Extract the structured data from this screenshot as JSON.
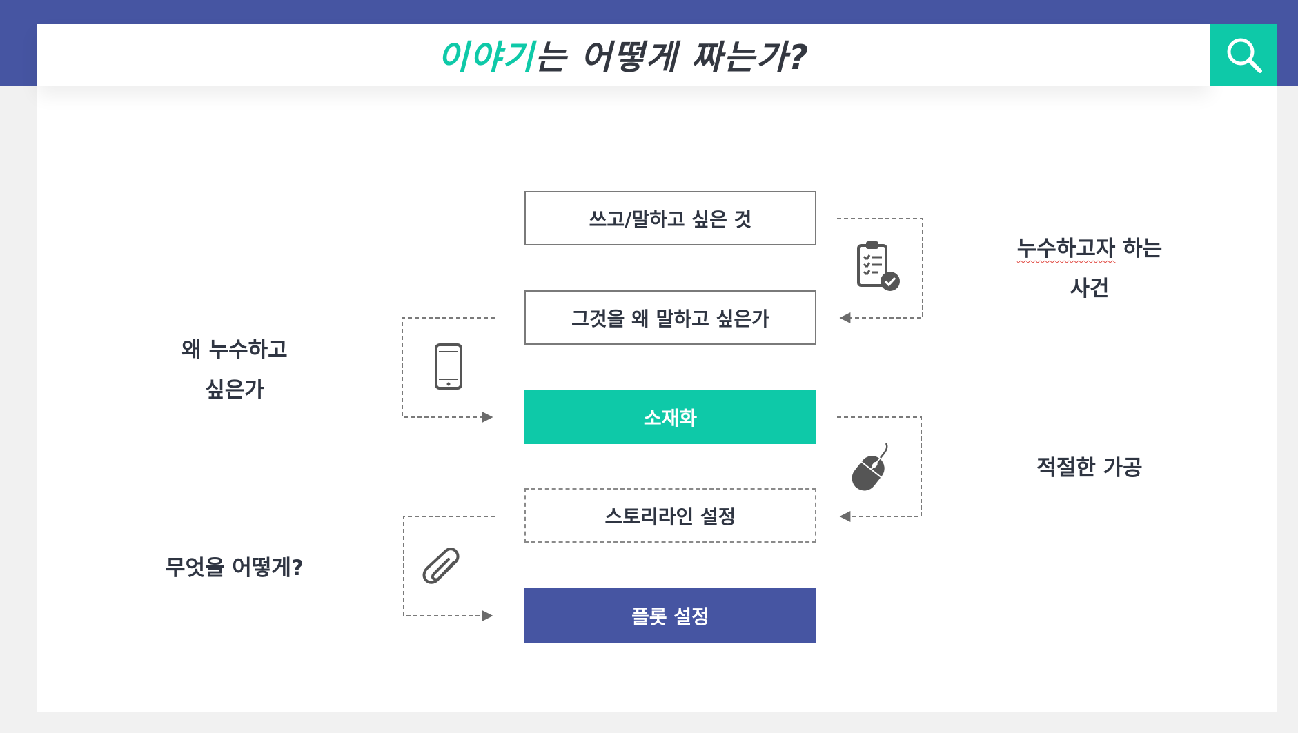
{
  "header": {
    "title_accent": "이야기",
    "title_rest": "는 어떻게 짜는가?"
  },
  "flow_boxes": [
    {
      "label": "쓰고/말하고 싶은 것"
    },
    {
      "label": "그것을 왜 말하고 싶은가"
    },
    {
      "label": "소재화"
    },
    {
      "label": "스토리라인 설정"
    },
    {
      "label": "플롯 설정"
    }
  ],
  "side_labels": {
    "right_top_line1": "누수하고자",
    "right_top_line1b": "하는",
    "right_top_line2": "사건",
    "right_mid": "적절한 가공",
    "left_top_line1": "왜 누수하고",
    "left_top_line2": "싶은가",
    "left_bottom": "무엇을 어떻게?"
  },
  "icons": [
    "search-icon",
    "clipboard-check-icon",
    "mobile-phone-icon",
    "mouse-icon",
    "paperclip-icon"
  ],
  "colors": {
    "accent": "#0ec9a8",
    "brand": "#4655a2",
    "text": "#2f3542"
  }
}
